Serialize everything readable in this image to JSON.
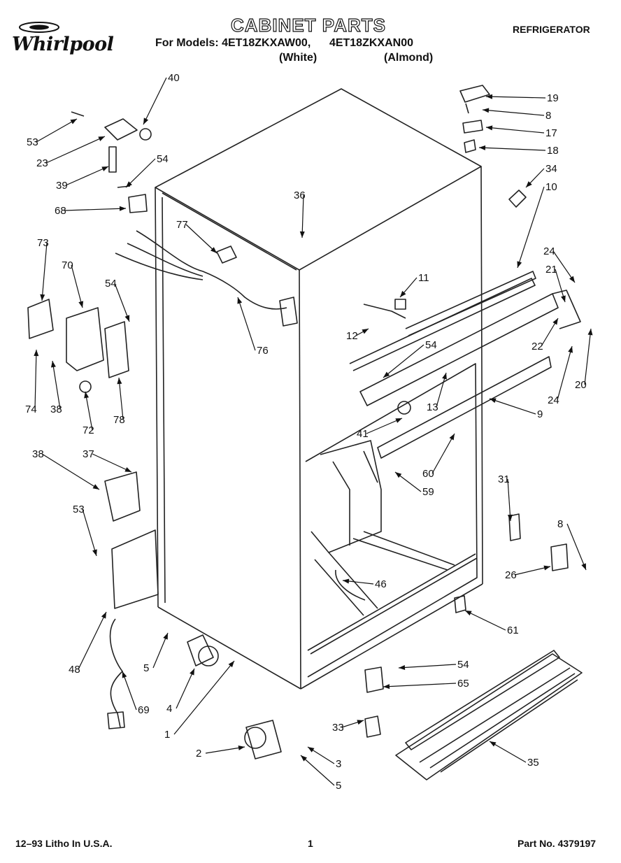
{
  "header": {
    "brand": "Whirlpool",
    "title": "CABINET PARTS",
    "category": "REFRIGERATOR",
    "models_line": "For Models: 4ET18ZKXAW00,      4ET18ZKXAN00",
    "variant_white": "(White)",
    "variant_almond": "(Almond)"
  },
  "footer": {
    "left": "12–93 Litho In U.S.A.",
    "page": "1",
    "part_no": "Part No. 4379197"
  },
  "callouts": [
    "40",
    "53",
    "23",
    "39",
    "54",
    "68",
    "73",
    "70",
    "54",
    "74",
    "38",
    "72",
    "78",
    "38",
    "37",
    "53",
    "48",
    "69",
    "5",
    "4",
    "1",
    "2",
    "3",
    "5",
    "77",
    "76",
    "36",
    "19",
    "8",
    "17",
    "18",
    "34",
    "10",
    "11",
    "12",
    "54",
    "13",
    "41",
    "24",
    "21",
    "22",
    "24",
    "20",
    "9",
    "60",
    "59",
    "31",
    "8",
    "26",
    "61",
    "46",
    "54",
    "65",
    "33",
    "35"
  ]
}
